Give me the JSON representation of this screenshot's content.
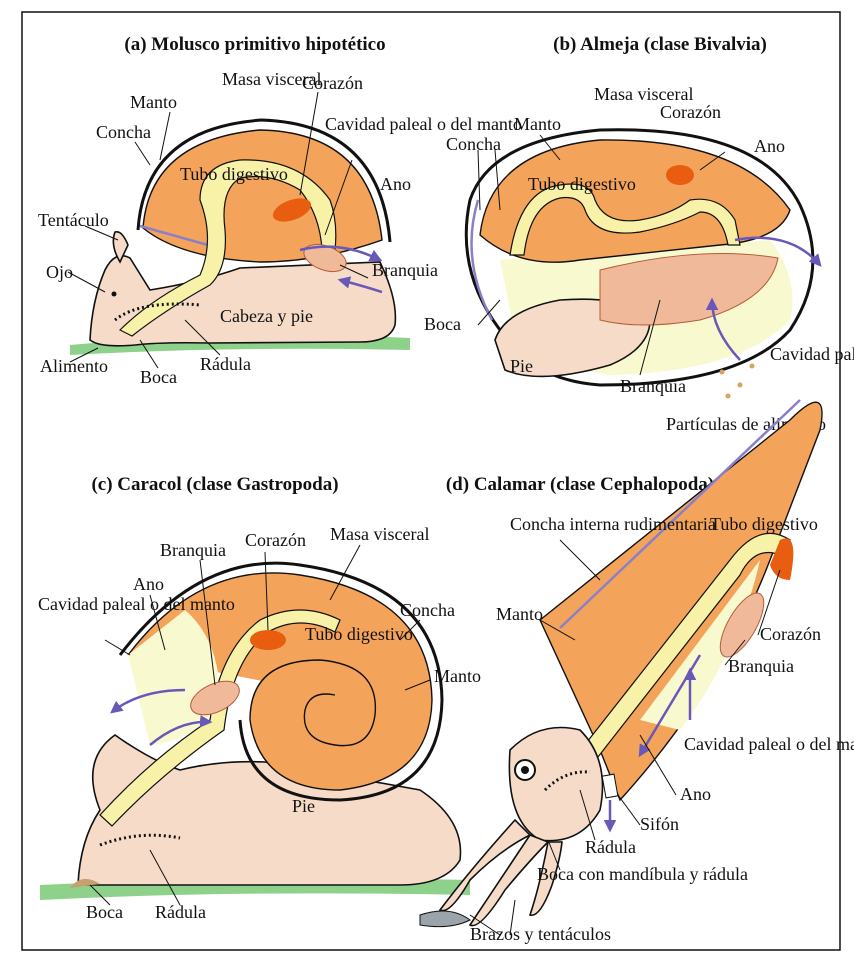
{
  "panels": {
    "a": {
      "title": "(a) Molusco primitivo hipotético",
      "labels": {
        "masa_visceral": "Masa visceral",
        "corazon": "Corazón",
        "manto": "Manto",
        "cavidad": "Cavidad paleal o del manto",
        "concha": "Concha",
        "tubo_digestivo": "Tubo digestivo",
        "ano": "Ano",
        "tentaculo": "Tentáculo",
        "ojo": "Ojo",
        "branquia": "Branquia",
        "cabeza_pie": "Cabeza y pie",
        "alimento": "Alimento",
        "boca": "Boca",
        "radula": "Rádula"
      }
    },
    "b": {
      "title": "(b) Almeja (clase Bivalvia)",
      "labels": {
        "concha": "Concha",
        "masa_visceral": "Masa visceral",
        "manto": "Manto",
        "corazon": "Corazón",
        "ano": "Ano",
        "tubo_digestivo": "Tubo digestivo",
        "boca": "Boca",
        "pie": "Pie",
        "branquia": "Branquia",
        "cavidad": "Cavidad paleal o del manto",
        "particulas": "Partículas de alimento"
      }
    },
    "c": {
      "title": "(c) Caracol (clase Gastropoda)",
      "labels": {
        "corazon": "Corazón",
        "masa_visceral": "Masa visceral",
        "branquia": "Branquia",
        "ano": "Ano",
        "cavidad": "Cavidad paleal o del manto",
        "tubo_digestivo": "Tubo digestivo",
        "concha": "Concha",
        "manto": "Manto",
        "pie": "Pie",
        "boca": "Boca",
        "radula": "Rádula"
      }
    },
    "d": {
      "title": "(d) Calamar (clase Cephalopoda)",
      "labels": {
        "concha_interna": "Concha interna rudimentaria",
        "tubo_digestivo": "Tubo digestivo",
        "manto": "Manto",
        "corazon": "Corazón",
        "branquia": "Branquia",
        "cavidad": "Cavidad paleal o del manto",
        "ano": "Ano",
        "sifon": "Sifón",
        "radula": "Rádula",
        "boca": "Boca con mandíbula y rádula",
        "brazos": "Brazos y tentáculos"
      }
    }
  },
  "colors": {
    "body": "#f6dcc8",
    "visceral_mass": "#f4a35a",
    "digestive_tube": "#f7f2a8",
    "heart": "#e85d10",
    "water_flow_arrows": "#6a58b8",
    "shell_lining": "#8a80c8",
    "ground": "#8dd18a"
  }
}
